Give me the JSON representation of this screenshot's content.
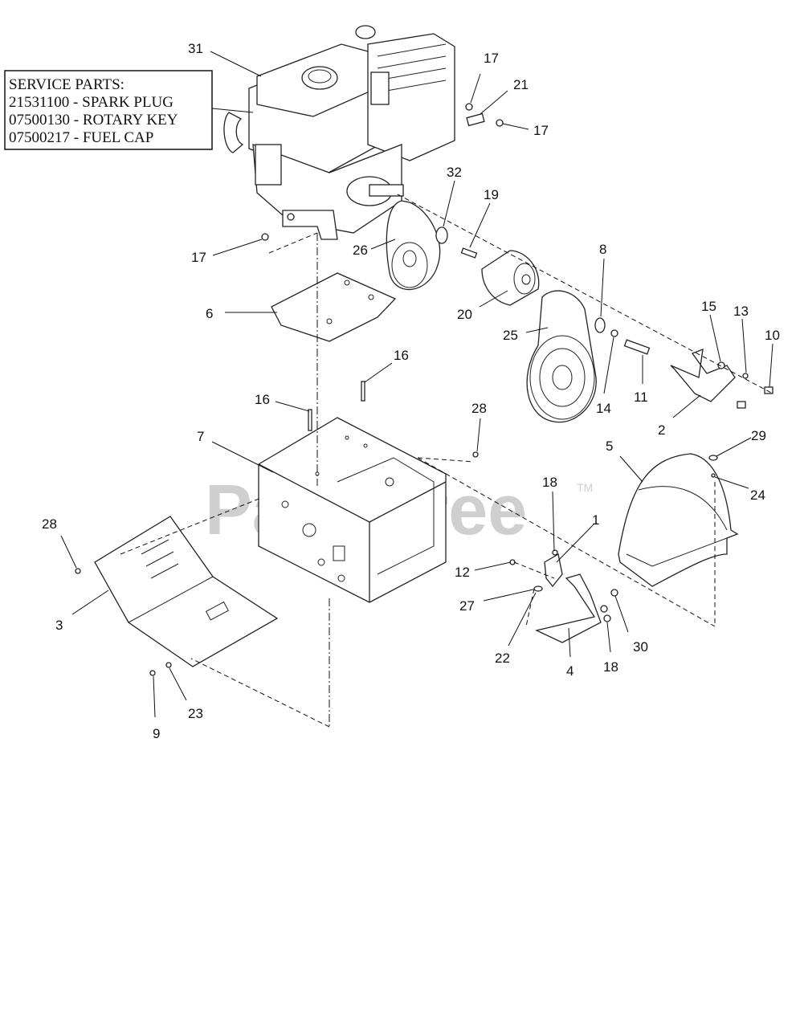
{
  "service_box": {
    "title": "SERVICE PARTS:",
    "lines": [
      "21531100 - SPARK PLUG",
      "07500130 - ROTARY KEY",
      "07500217 - FUEL CAP"
    ]
  },
  "watermark": {
    "text": "PartsTree",
    "trademark": "TM"
  },
  "callouts": [
    {
      "key": "31",
      "label": "31"
    },
    {
      "key": "17a",
      "label": "17"
    },
    {
      "key": "21",
      "label": "21"
    },
    {
      "key": "17b",
      "label": "17"
    },
    {
      "key": "32",
      "label": "32"
    },
    {
      "key": "19",
      "label": "19"
    },
    {
      "key": "17c",
      "label": "17"
    },
    {
      "key": "26",
      "label": "26"
    },
    {
      "key": "8",
      "label": "8"
    },
    {
      "key": "6",
      "label": "6"
    },
    {
      "key": "20",
      "label": "20"
    },
    {
      "key": "25",
      "label": "25"
    },
    {
      "key": "15",
      "label": "15"
    },
    {
      "key": "13",
      "label": "13"
    },
    {
      "key": "10",
      "label": "10"
    },
    {
      "key": "16a",
      "label": "16"
    },
    {
      "key": "16b",
      "label": "16"
    },
    {
      "key": "14",
      "label": "14"
    },
    {
      "key": "11",
      "label": "11"
    },
    {
      "key": "2",
      "label": "2"
    },
    {
      "key": "28a",
      "label": "28"
    },
    {
      "key": "7",
      "label": "7"
    },
    {
      "key": "5",
      "label": "5"
    },
    {
      "key": "29",
      "label": "29"
    },
    {
      "key": "24",
      "label": "24"
    },
    {
      "key": "28b",
      "label": "28"
    },
    {
      "key": "18a",
      "label": "18"
    },
    {
      "key": "1",
      "label": "1"
    },
    {
      "key": "12",
      "label": "12"
    },
    {
      "key": "27",
      "label": "27"
    },
    {
      "key": "3",
      "label": "3"
    },
    {
      "key": "30",
      "label": "30"
    },
    {
      "key": "22",
      "label": "22"
    },
    {
      "key": "4",
      "label": "4"
    },
    {
      "key": "18b",
      "label": "18"
    },
    {
      "key": "23",
      "label": "23"
    },
    {
      "key": "9",
      "label": "9"
    }
  ]
}
